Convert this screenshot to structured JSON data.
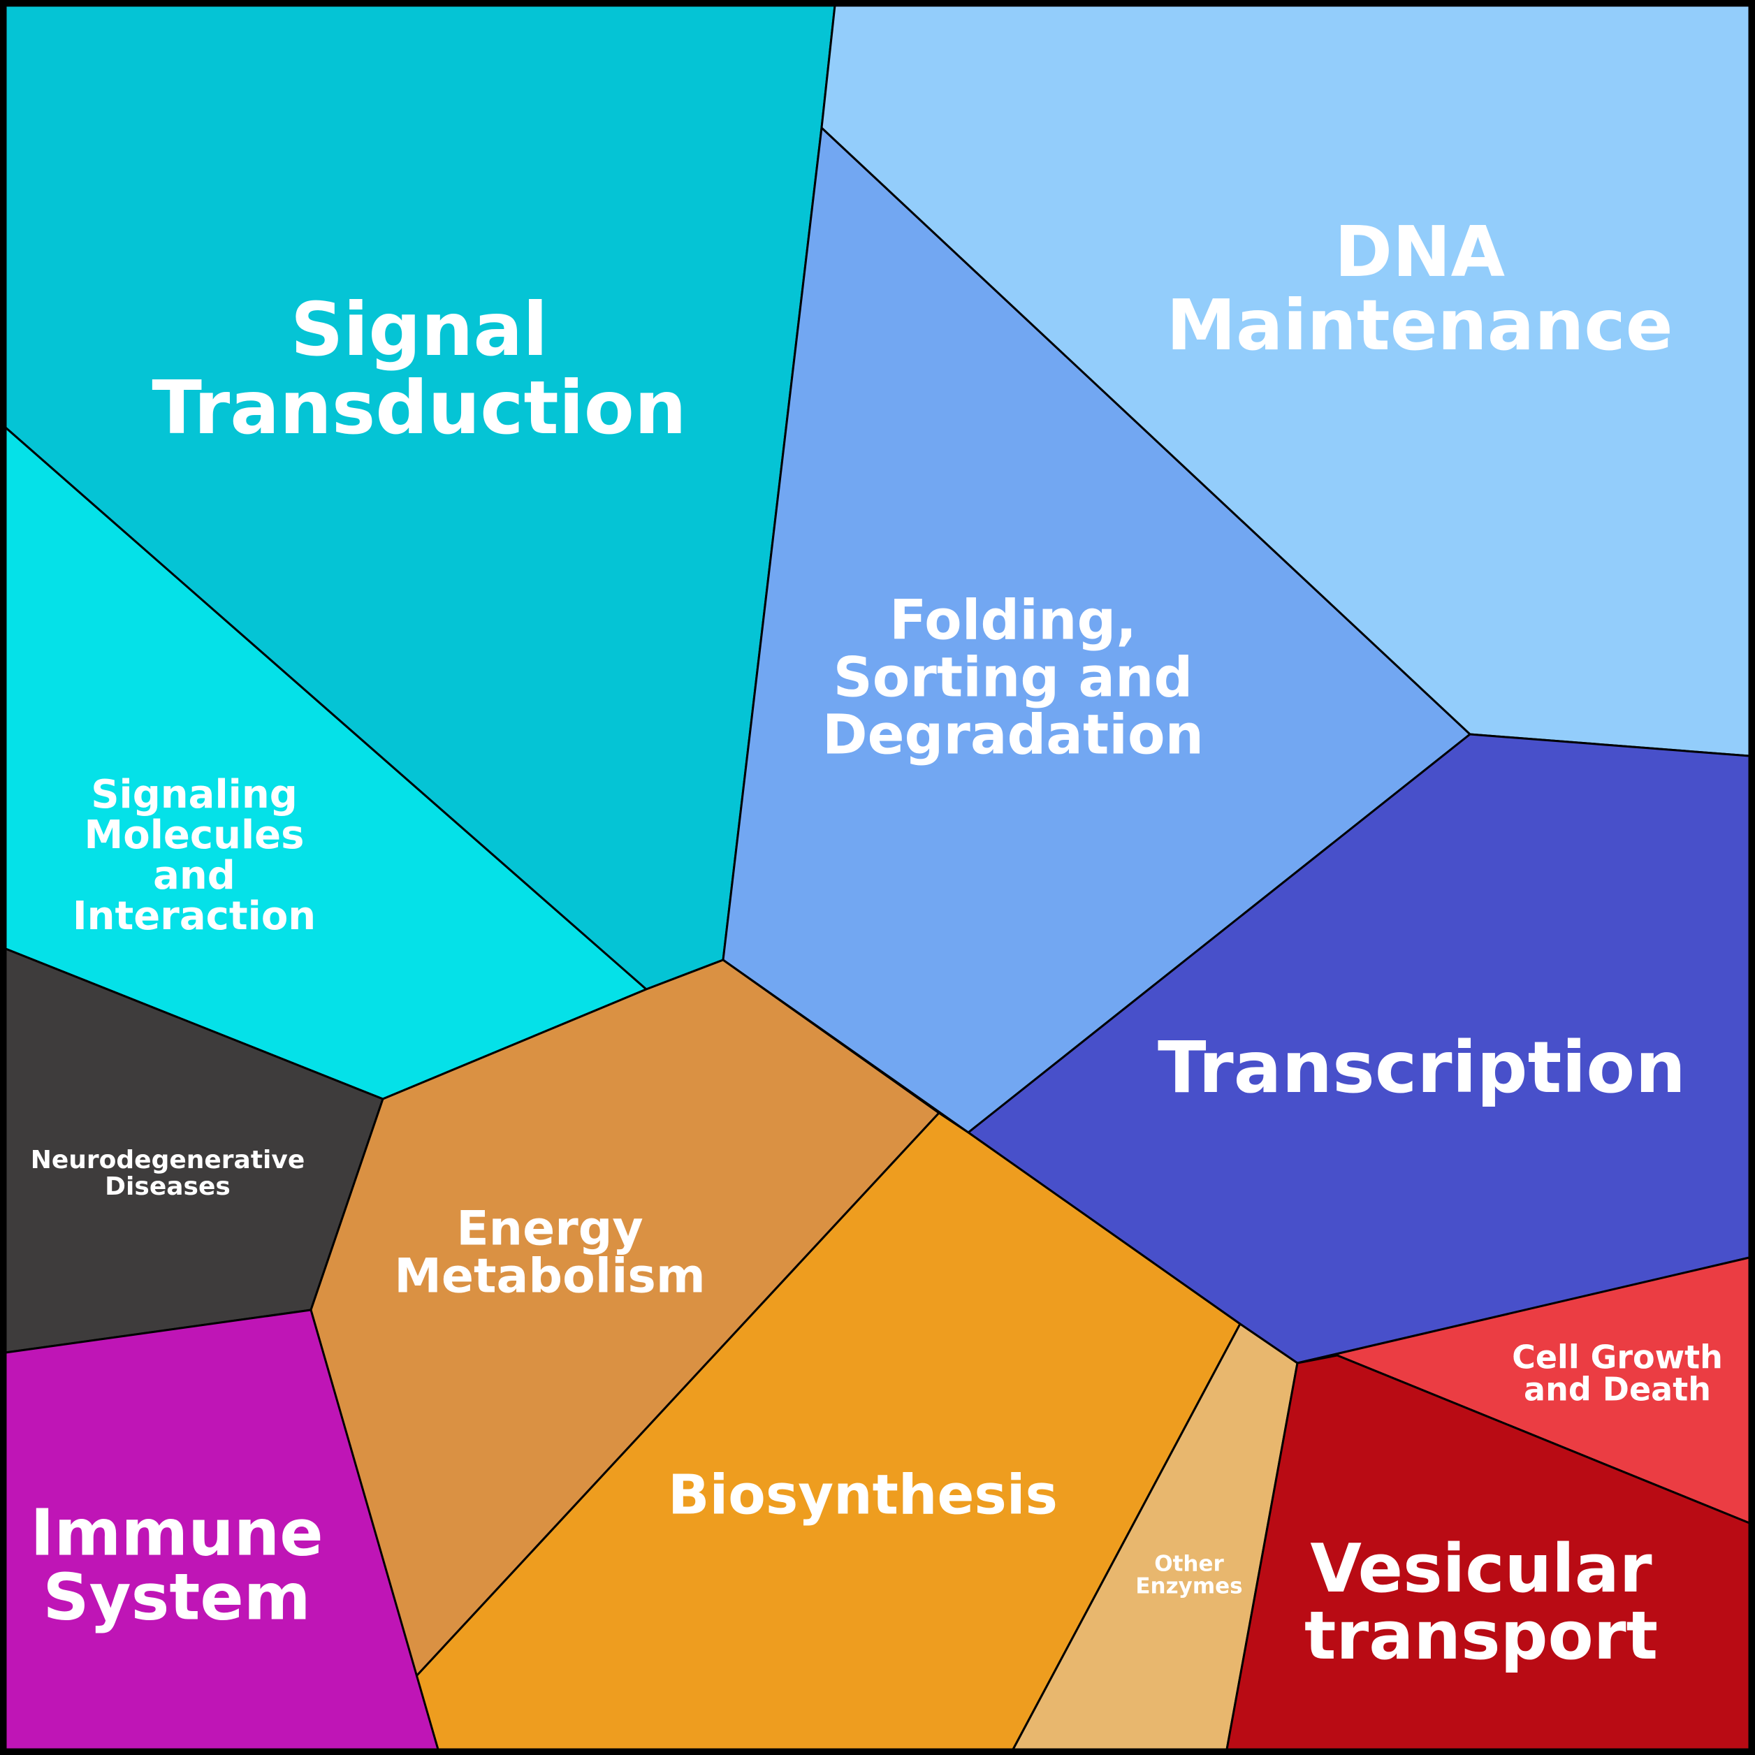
{
  "regions": [
    {
      "id": "signal-transduction",
      "lines": [
        "Signal",
        "Transduction"
      ],
      "color": "#05c4d5"
    },
    {
      "id": "dna-maintenance",
      "lines": [
        "DNA",
        "Maintenance"
      ],
      "color": "#93cdfb"
    },
    {
      "id": "folding-sorting-degradation",
      "lines": [
        "Folding,",
        "Sorting and",
        "Degradation"
      ],
      "color": "#72a7f2"
    },
    {
      "id": "signaling-molecules-interaction",
      "lines": [
        "Signaling",
        "Molecules",
        "and",
        "Interaction"
      ],
      "color": "#05e1e8"
    },
    {
      "id": "transcription",
      "lines": [
        "Transcription"
      ],
      "color": "#4850ca"
    },
    {
      "id": "neurodegenerative-diseases",
      "lines": [
        "Neurodegenerative",
        "Diseases"
      ],
      "color": "#3e3c3c"
    },
    {
      "id": "energy-metabolism",
      "lines": [
        "Energy",
        "Metabolism"
      ],
      "color": "#da9143"
    },
    {
      "id": "biosynthesis",
      "lines": [
        "Biosynthesis"
      ],
      "color": "#ee9d1f"
    },
    {
      "id": "other-enzymes",
      "lines": [
        "Other",
        "Enzymes"
      ],
      "color": "#e8b76e"
    },
    {
      "id": "cell-growth-death",
      "lines": [
        "Cell Growth",
        "and Death"
      ],
      "color": "#eb3d43"
    },
    {
      "id": "vesicular-transport",
      "lines": [
        "Vesicular",
        "transport"
      ],
      "color": "#b90b14"
    },
    {
      "id": "immune-system",
      "lines": [
        "Immune",
        "System"
      ],
      "color": "#bf15b6"
    }
  ]
}
